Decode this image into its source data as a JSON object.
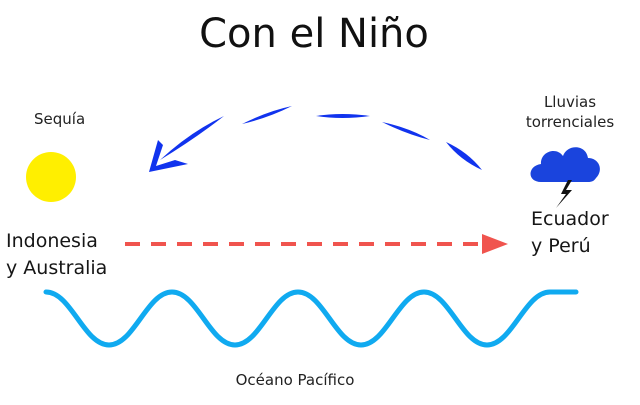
{
  "title": "Con el Niño",
  "labels": {
    "drought": "Sequía",
    "rain_line1": "Lluvias",
    "rain_line2": "torrenciales",
    "west_line1": "Indonesia",
    "west_line2": "y Australia",
    "east_line1": "Ecuador",
    "east_line2": "y Perú",
    "ocean": "Océano Pacífico"
  },
  "icons": {
    "sun": "sun-icon",
    "cloud": "storm-cloud-icon",
    "lightning": "lightning-icon",
    "wind_arrow": "curved-arrow-west",
    "current_arrow": "dashed-arrow-east",
    "ocean_wave": "wave-line"
  },
  "colors": {
    "sun": "#ffef00",
    "wind_arrow": "#1133ee",
    "current_arrow": "#f0544e",
    "ocean_wave": "#10aaf0",
    "cloud": "#1a44dd"
  }
}
